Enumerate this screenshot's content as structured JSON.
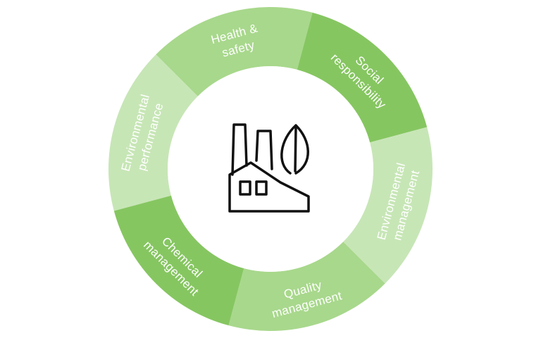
{
  "diagram": {
    "center_icon": "factory-with-leaf-icon",
    "segments": [
      {
        "id": "environmental-performance",
        "lines": [
          "Environmental",
          "performance"
        ],
        "color": "#c7e6b6"
      },
      {
        "id": "health-safety",
        "lines": [
          "Health &",
          "safety"
        ],
        "color": "#a8d88c"
      },
      {
        "id": "social-responsibility",
        "lines": [
          "Social",
          "responsibility"
        ],
        "color": "#86c661"
      },
      {
        "id": "environmental-management",
        "lines": [
          "Environmental",
          "management"
        ],
        "color": "#c7e6b6"
      },
      {
        "id": "quality-management",
        "lines": [
          "Quality",
          "management"
        ],
        "color": "#a8d88c"
      },
      {
        "id": "chemical-management",
        "lines": [
          "Chemical",
          "management"
        ],
        "color": "#86c661"
      }
    ]
  }
}
